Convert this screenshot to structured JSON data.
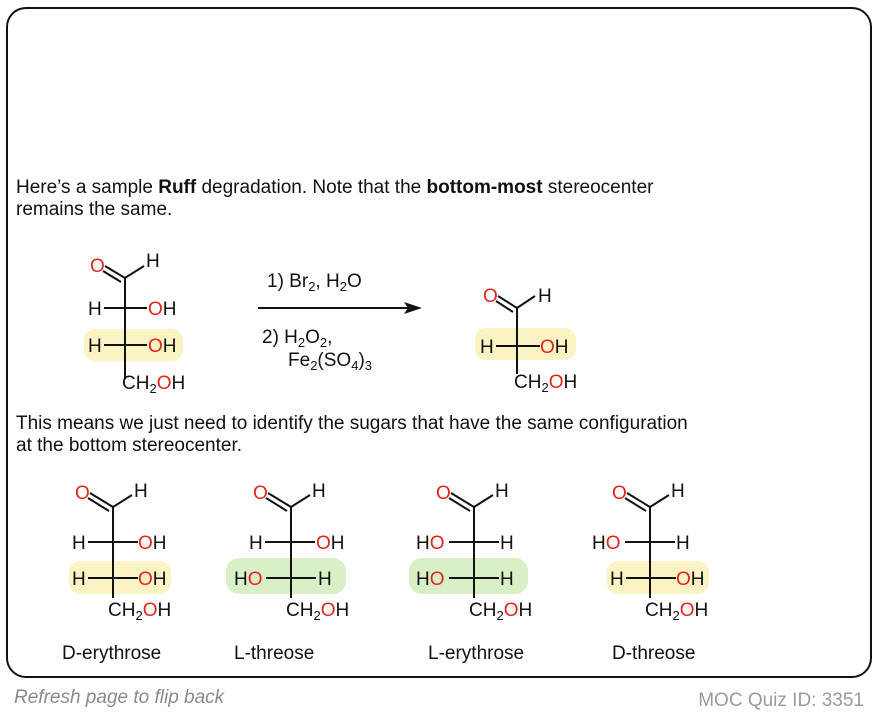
{
  "intro": {
    "pre": "Here’s a sample ",
    "bold1": "Ruff",
    "mid": " degradation. Note that the ",
    "bold2": "bottom-most",
    "post": " stereocenter",
    "line2": "remains the same."
  },
  "reaction": {
    "step1_a": "1) Br",
    "step1_sub": "2",
    "step1_b": ", H",
    "step1_sub2": "2",
    "step1_c": "O",
    "step2_a": "2) H",
    "step2_sub": "2",
    "step2_b": "O",
    "step2_sub2": "2",
    "step2_c": ",",
    "step2_line2_a": "Fe",
    "step2_line2_sub": "2",
    "step2_line2_b": "(SO",
    "step2_line2_sub2": "4",
    "step2_line2_c": ")",
    "step2_line2_sub3": "3"
  },
  "para2": {
    "line1": "This means we just need to identify the sugars that have the same configuration",
    "line2": "at the bottom stereocenter."
  },
  "sugars": [
    {
      "name": "D-erythrose",
      "highlight": "yellow"
    },
    {
      "name": "L-threose",
      "highlight": "green"
    },
    {
      "name": "L-erythrose",
      "highlight": "green"
    },
    {
      "name": "D-threose",
      "highlight": "yellow"
    }
  ],
  "colors": {
    "oxygen": "#e0261b",
    "yellow_highlight": "#fbf3c4",
    "green_highlight": "#d9f0c6"
  },
  "footer": {
    "left": "Refresh page to flip back",
    "right": "MOC Quiz ID: 3351"
  }
}
